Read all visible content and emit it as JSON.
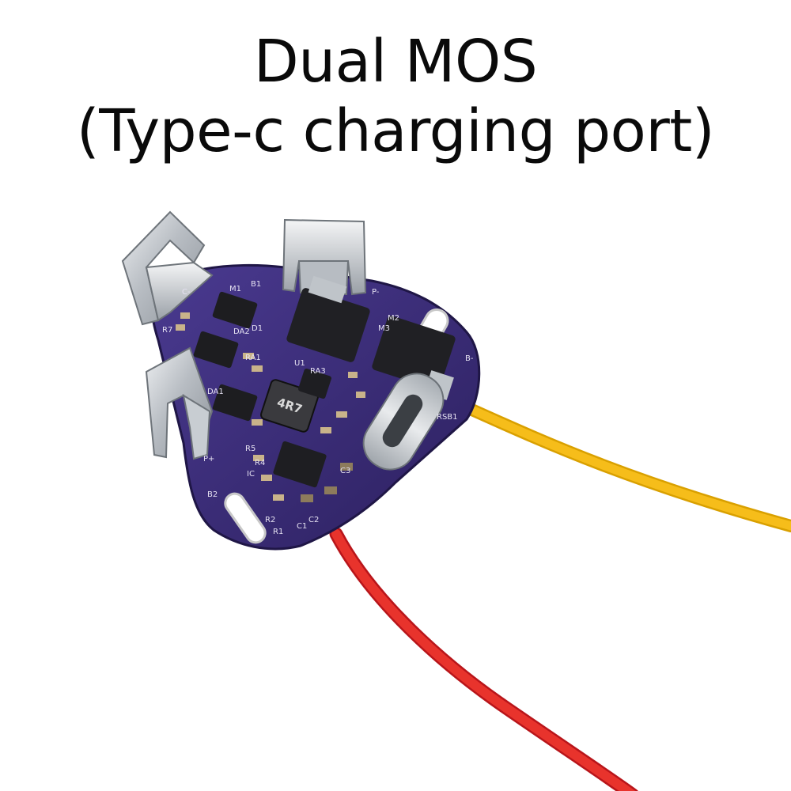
{
  "heading": {
    "line1": "Dual MOS",
    "line2": "(Type-c charging port)"
  },
  "board": {
    "inductor_marking": "4R7",
    "silkscreen": {
      "b1": "B1",
      "b2": "B2",
      "p_plus": "P+",
      "p_minus": "P-",
      "b_minus": "B-",
      "c_minus": "C-",
      "m1": "M1",
      "m2": "M2",
      "m3": "M3",
      "d1": "D1",
      "da1": "DA1",
      "da2": "DA2",
      "ra1": "RA1",
      "ra3": "RA3",
      "r1": "R1",
      "r2": "R2",
      "r4": "R4",
      "r5": "R5",
      "r7": "R7",
      "c1": "C1",
      "c2": "C2",
      "c3": "C3",
      "u1": "U1",
      "ic": "IC",
      "rsb1": "RSB1"
    }
  },
  "colors": {
    "pcb": "#3a2a7a",
    "wire_red": "#e02020",
    "wire_yellow": "#f2b705",
    "metal": "#c9cdd2"
  }
}
